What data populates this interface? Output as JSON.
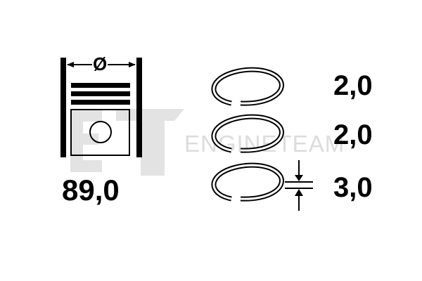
{
  "watermark": {
    "logo": "ET",
    "text": "ENGINETEAM",
    "color": "#dcdcdc"
  },
  "piston": {
    "diameter_symbol": "Ø",
    "diameter_value": "89,0"
  },
  "rings": [
    {
      "thickness": "2,0"
    },
    {
      "thickness": "2,0"
    },
    {
      "thickness": "3,0"
    }
  ],
  "colors": {
    "line": "#000000",
    "background": "#ffffff"
  }
}
